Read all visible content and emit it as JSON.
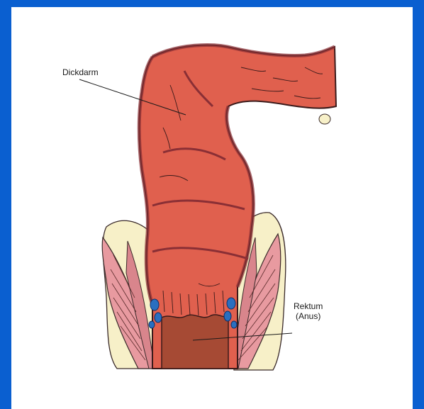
{
  "labels": {
    "colon": "Dickdarm",
    "rectum_line1": "Rektum",
    "rectum_line2": "(Anus)"
  },
  "colors": {
    "border_blue": "#0a5fd0",
    "background": "#ffffff",
    "colon_fill": "#e0604e",
    "colon_dark": "#8a2f35",
    "rectum_fill": "#a64a34",
    "fat_tissue": "#f7f0c8",
    "muscle_pink": "#e89aa0",
    "vessel_blue": "#2a6fc0"
  }
}
